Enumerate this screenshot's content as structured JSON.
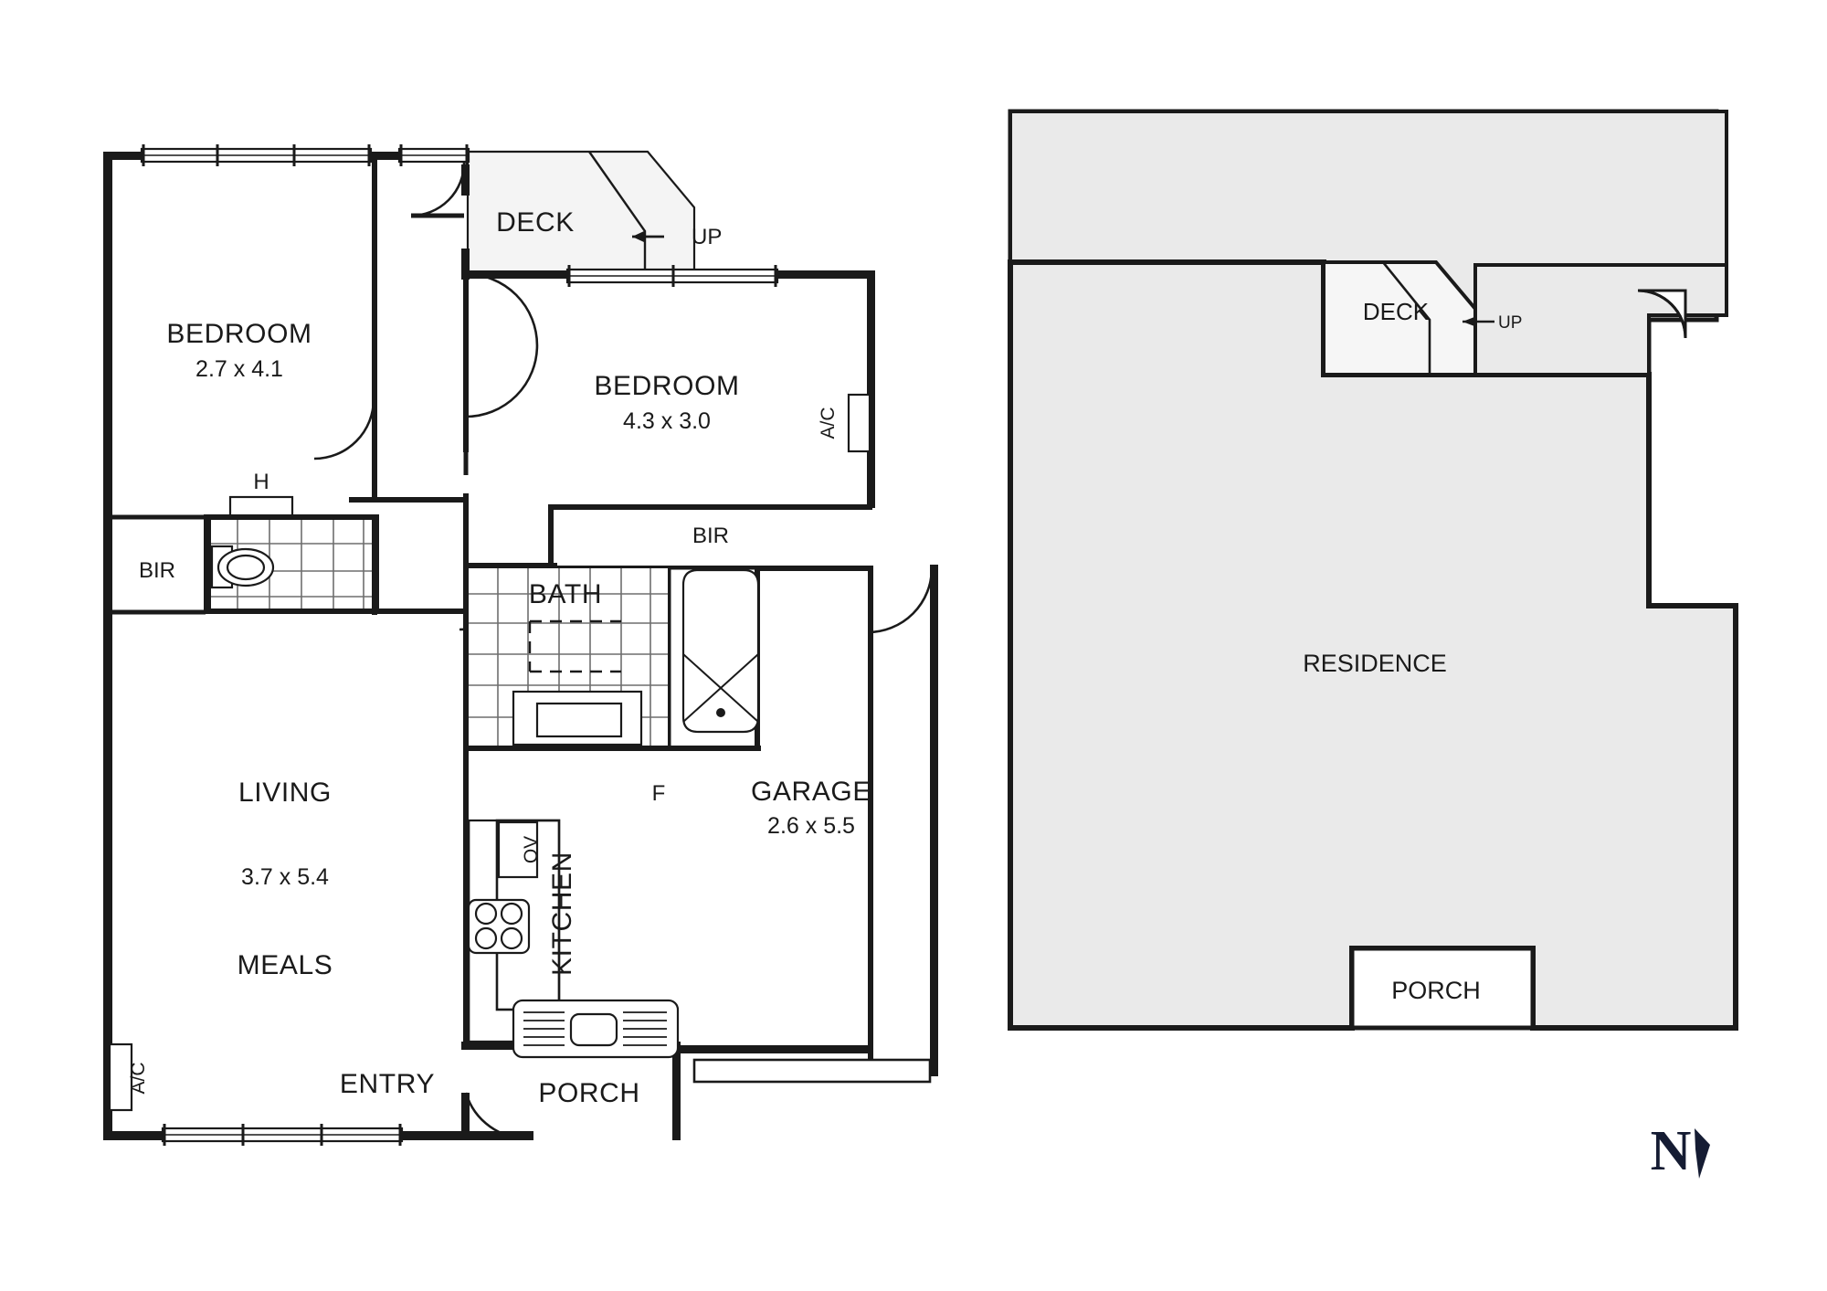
{
  "document": {
    "type": "residential-floor-plan",
    "sheets": [
      "floor-plan",
      "site-plan"
    ]
  },
  "floor_plan": {
    "rooms": [
      {
        "id": "bedroom1",
        "name": "BEDROOM",
        "dims": "2.7 x 4.1"
      },
      {
        "id": "bedroom2",
        "name": "BEDROOM",
        "dims": "4.3 x 3.0"
      },
      {
        "id": "living",
        "name": "LIVING",
        "dims": "3.7 x 5.4"
      },
      {
        "id": "meals",
        "name": "MEALS",
        "dims": ""
      },
      {
        "id": "kitchen",
        "name": "KITCHEN",
        "dims": ""
      },
      {
        "id": "bath",
        "name": "BATH",
        "dims": ""
      },
      {
        "id": "garage",
        "name": "GARAGE",
        "dims": "2.6 x 5.5"
      },
      {
        "id": "entry",
        "name": "ENTRY",
        "dims": ""
      },
      {
        "id": "porch",
        "name": "PORCH",
        "dims": ""
      },
      {
        "id": "deck",
        "name": "DECK",
        "dims": ""
      }
    ],
    "annotations": {
      "bir_left": "BIR",
      "bir_right": "BIR",
      "hot_water": "H",
      "oven": "OV",
      "fridge": "F",
      "ac_left": "A/C",
      "ac_right": "A/C",
      "stairs_up": "UP"
    }
  },
  "site_plan": {
    "residence_label": "RESIDENCE",
    "deck_label": "DECK",
    "porch_label": "PORCH",
    "stairs_up": "UP",
    "fill_color": "#eaeaea",
    "outline_color": "#1a1a1a"
  },
  "compass": {
    "letter": "N",
    "color": "#151c33"
  }
}
